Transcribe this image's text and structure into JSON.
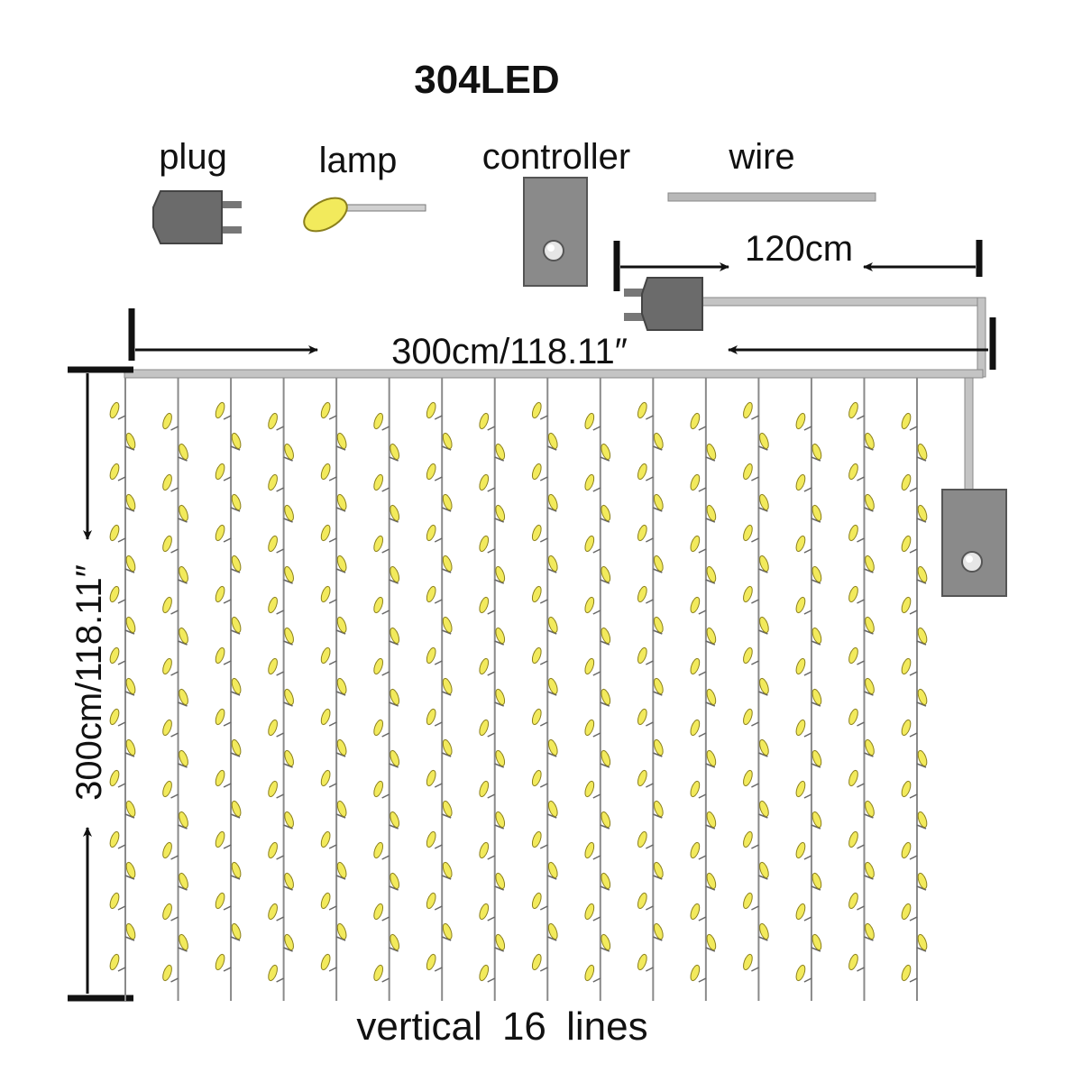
{
  "title": "304LED",
  "legend": {
    "plug": "plug",
    "lamp": "lamp",
    "controller": "controller",
    "wire": "wire"
  },
  "dimensions": {
    "cable_length": "120cm",
    "width": "300cm/118.11″",
    "height": "300cm/118.11″"
  },
  "caption": "vertical 16 lines",
  "curtain": {
    "strands": 16,
    "leds_total": 304
  },
  "colors": {
    "lamp": "#f2ea5c",
    "lamp_edge": "#8a7f1c",
    "device": "#777777",
    "wire": "#b8b8b8",
    "line": "#111111"
  }
}
